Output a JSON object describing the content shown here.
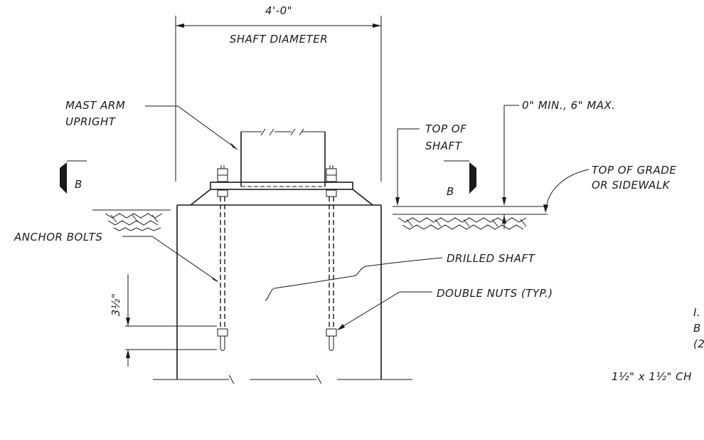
{
  "labels": {
    "width_dim": "4'-0\"",
    "shaft_diameter": "SHAFT DIAMETER",
    "mast_arm_1": "MAST ARM",
    "mast_arm_2": "UPRIGHT",
    "min_max": "0\" MIN., 6\" MAX.",
    "top_shaft_1": "TOP OF",
    "top_shaft_2": "SHAFT",
    "top_grade_1": "TOP OF GRADE",
    "top_grade_2": "OR SIDEWALK",
    "section_left": "B",
    "section_right": "B",
    "anchor_bolts": "ANCHOR BOLTS",
    "drilled_shaft": "DRILLED SHAFT",
    "double_nuts": "DOUBLE NUTS (TYP.)",
    "dim_vertical": "3½\"",
    "note_line1": "I.",
    "note_line2": "B",
    "note_line3": "(2",
    "chamfer": "1½\" x 1½\" CH"
  }
}
